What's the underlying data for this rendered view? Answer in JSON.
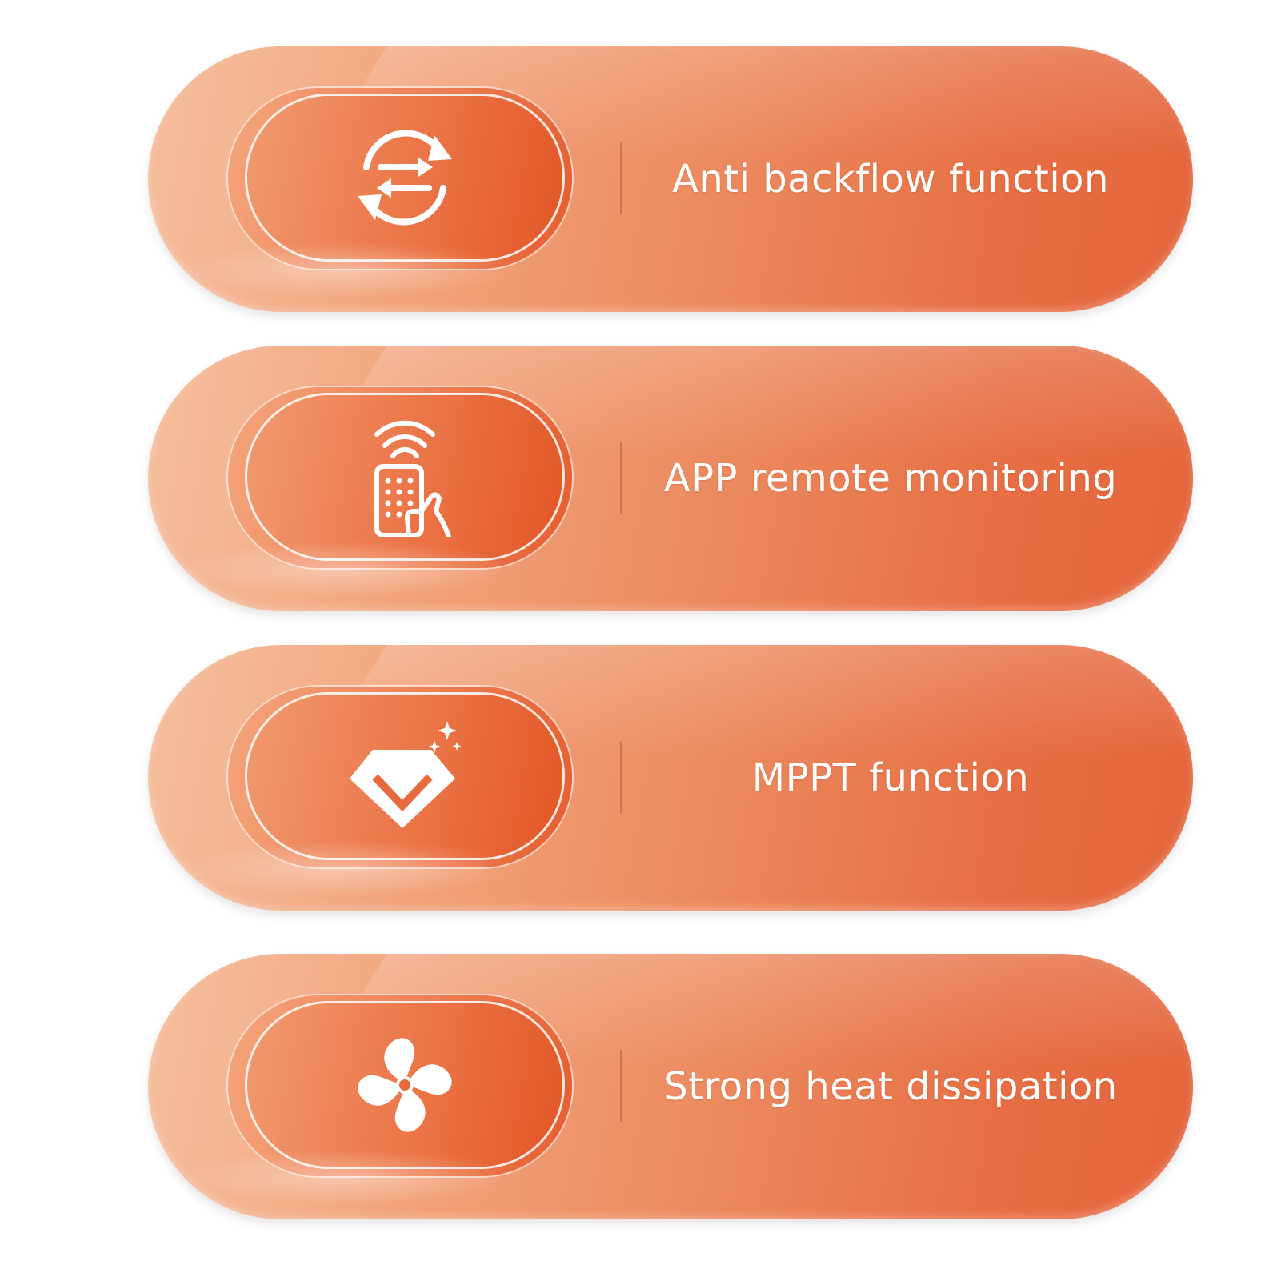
{
  "features": [
    {
      "label": "Anti backflow function",
      "icon": "sync-arrows-icon"
    },
    {
      "label": "APP remote monitoring",
      "icon": "remote-control-icon"
    },
    {
      "label": "MPPT function",
      "icon": "diamond-check-icon"
    },
    {
      "label": "Strong heat dissipation",
      "icon": "fan-icon"
    }
  ],
  "colors": {
    "pill_light": "#f6c0a0",
    "pill_dark": "#e4643a",
    "icon_pill": "#e35726",
    "text": "#ffffff"
  }
}
